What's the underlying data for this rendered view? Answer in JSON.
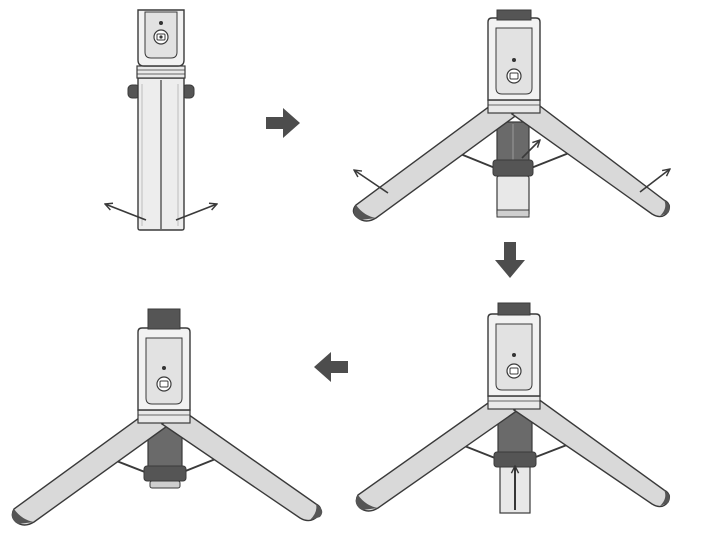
{
  "diagram": {
    "steps": [
      {
        "id": 1,
        "state": "folded",
        "motion": "legs-swing-out"
      },
      {
        "id": 2,
        "state": "legs-open",
        "motion": "legs-spread-wider"
      },
      {
        "id": 3,
        "state": "legs-open",
        "motion": "centre-column-push-up"
      },
      {
        "id": 4,
        "state": "tripod-standing",
        "motion": "none"
      }
    ],
    "flow": [
      "step-1-to-2",
      "step-2-to-3",
      "step-3-to-4"
    ],
    "flow_arrows": [
      "right",
      "down",
      "left"
    ],
    "colors": {
      "outline": "#3a3a3a",
      "body_fill": "#f0f0f0",
      "leg_fill": "#d9d9d9",
      "collar_fill": "#e9e9e9",
      "dark_fill": "#555555",
      "arrow_fill": "#4d4d4d"
    },
    "icon_names": [
      "shutter-button-icon",
      "indicator-dot-icon"
    ]
  }
}
